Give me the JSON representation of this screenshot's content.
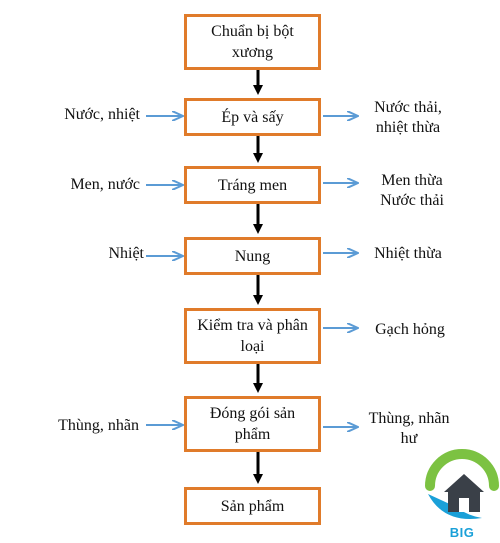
{
  "steps": [
    {
      "label": "Chuẩn bị bột xương",
      "inputs": "",
      "outputs": ""
    },
    {
      "label": "Ép và sấy",
      "inputs": "Nước, nhiệt",
      "outputs": "Nước thải,\nnhiệt thừa"
    },
    {
      "label": "Tráng men",
      "inputs": "Men, nước",
      "outputs": "Men thừa\nNước thải"
    },
    {
      "label": "Nung",
      "inputs": "Nhiệt",
      "outputs": "Nhiệt thừa"
    },
    {
      "label": "Kiểm tra và phân loại",
      "inputs": "",
      "outputs": "Gạch hỏng"
    },
    {
      "label": "Đóng gói sản phẩm",
      "inputs": "Thùng, nhãn",
      "outputs": "Thùng, nhãn\như"
    },
    {
      "label": "Sản phẩm",
      "inputs": "",
      "outputs": ""
    }
  ],
  "logo": {
    "text": "BIG HOUSE"
  },
  "colors": {
    "box_border": "#e07b2a",
    "side_arrow": "#5b9bd5",
    "main_arrow": "#000000",
    "logo_blue": "#1aa0d8",
    "logo_green": "#7cc242"
  }
}
